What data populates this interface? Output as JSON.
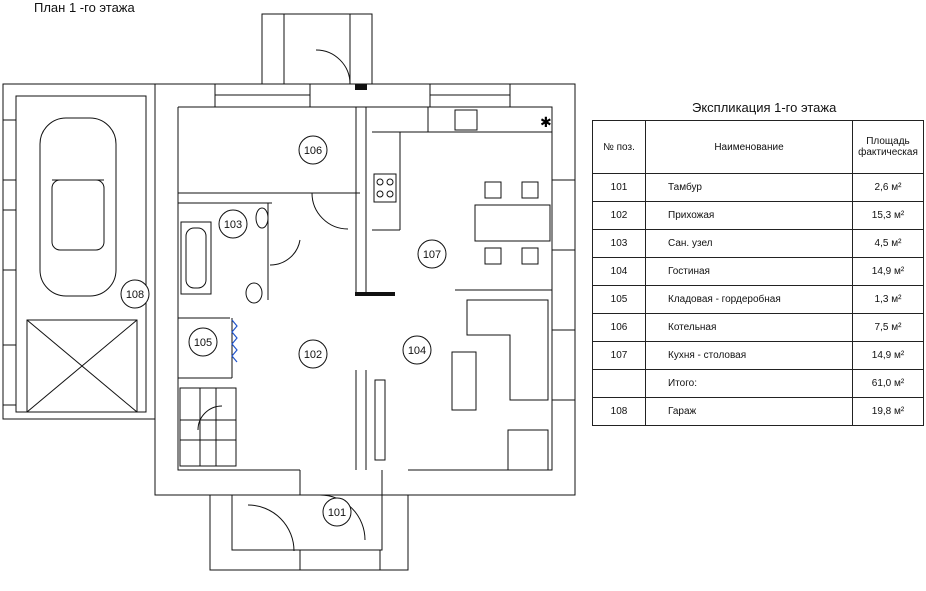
{
  "plan_title": "План 1 -го этажа",
  "table_title": "Экспликация 1-го этажа",
  "table": {
    "headers": {
      "num": "№ поз.",
      "name": "Наименование",
      "area": "Площадь фактическая"
    },
    "rows": [
      {
        "num": "101",
        "name": "Тамбур",
        "area": "2,6 м²"
      },
      {
        "num": "102",
        "name": "Прихожая",
        "area": "15,3 м²"
      },
      {
        "num": "103",
        "name": "Сан. узел",
        "area": "4,5 м²"
      },
      {
        "num": "104",
        "name": "Гостиная",
        "area": "14,9 м²"
      },
      {
        "num": "105",
        "name": "Кладовая - гордеробная",
        "area": "1,3 м²"
      },
      {
        "num": "106",
        "name": "Котельная",
        "area": "7,5 м²"
      },
      {
        "num": "107",
        "name": "Кухня - столовая",
        "area": "14,9 м²"
      }
    ],
    "total": {
      "num": "",
      "name": "Итого:",
      "area": "61,0 м²"
    },
    "garage": {
      "num": "108",
      "name": "Гараж",
      "area": "19,8 м²"
    }
  },
  "rooms": {
    "r101": "101",
    "r102": "102",
    "r103": "103",
    "r104": "104",
    "r105": "105",
    "r106": "106",
    "r107": "107",
    "r108": "108"
  },
  "stove_symbol": "✱",
  "colors": {
    "wall": "#111111",
    "line": "#333333",
    "accent_blue": "#2255cc",
    "table_border": "#222222"
  }
}
